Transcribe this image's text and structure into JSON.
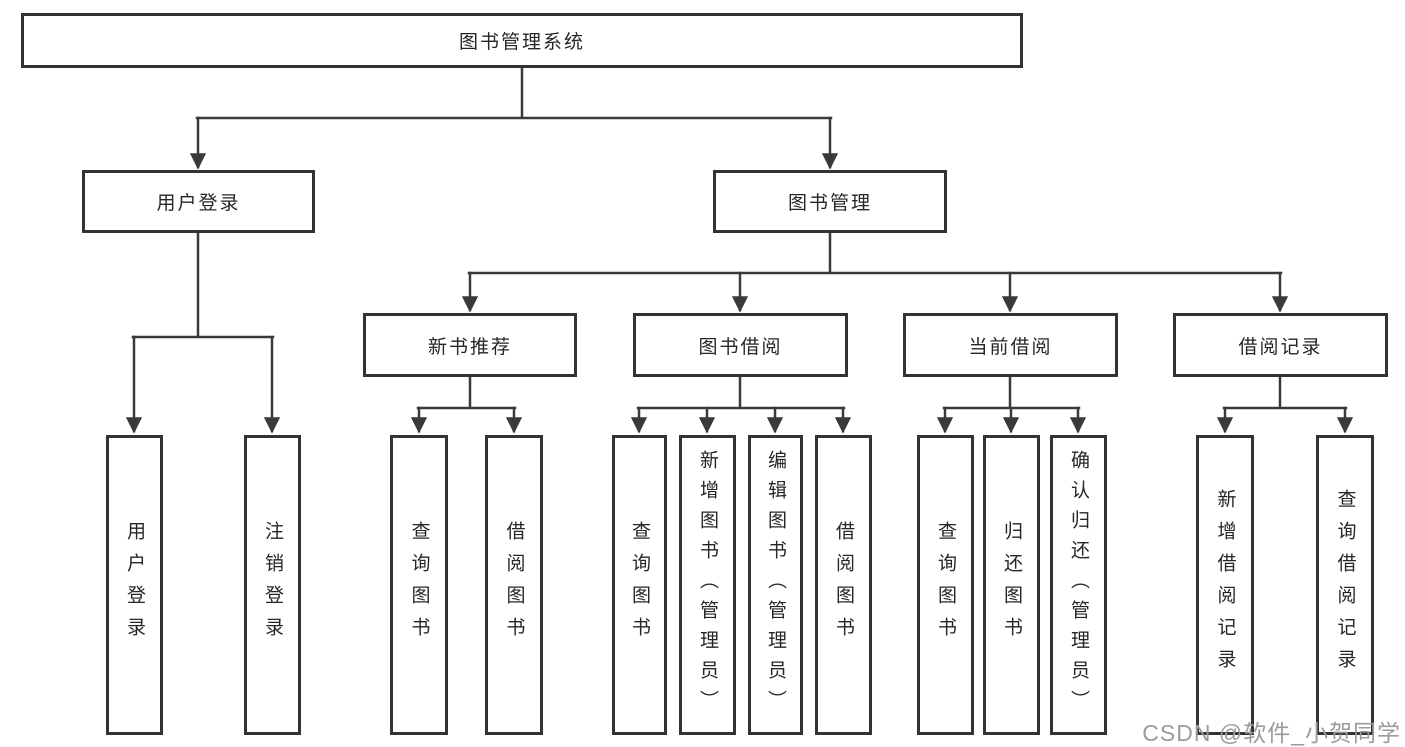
{
  "tree": {
    "root": "图书管理系统",
    "children": [
      {
        "label": "用户登录",
        "children": [
          "用户登录",
          "注销登录"
        ]
      },
      {
        "label": "图书管理",
        "children": [
          {
            "label": "新书推荐",
            "children": [
              "查询图书",
              "借阅图书"
            ]
          },
          {
            "label": "图书借阅",
            "children": [
              "查询图书",
              "新增图书（管理员）",
              "编辑图书（管理员）",
              "借阅图书"
            ]
          },
          {
            "label": "当前借阅",
            "children": [
              "查询图书",
              "归还图书",
              "确认归还（管理员）"
            ]
          },
          {
            "label": "借阅记录",
            "children": [
              "新增借阅记录",
              "查询借阅记录"
            ]
          }
        ]
      }
    ]
  },
  "watermark": "CSDN @软件_小贺同学",
  "colors": {
    "line": "#3a3a3a",
    "box_border": "#333333",
    "text": "#262626",
    "watermark": "#9b9b9b",
    "background": "#ffffff"
  }
}
